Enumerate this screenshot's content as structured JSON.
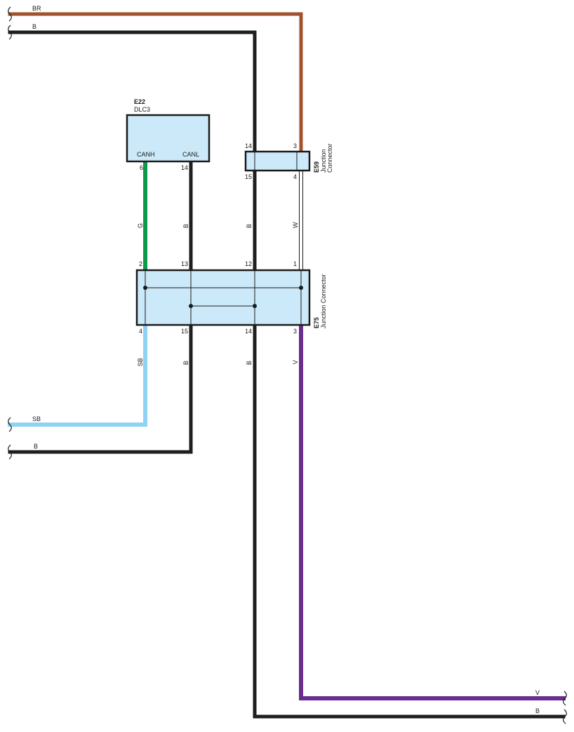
{
  "colors": {
    "BR": "#a0522d",
    "B": "#1e1e1e",
    "G": "#0a9a4a",
    "SB": "#8fd3f4",
    "W": "#ffffff",
    "V": "#6a2d8f",
    "connector_fill": "#cce9f9"
  },
  "wires_top": {
    "br": "BR",
    "b": "B"
  },
  "dlc3": {
    "code": "E22",
    "name": "DLC3",
    "canh": "CANH",
    "canl": "CANL",
    "pin_canh": "6",
    "pin_canl": "14"
  },
  "e59": {
    "code": "E59",
    "title_line1": "Junction",
    "title_line2": "Connector",
    "pin_tl": "14",
    "pin_tr": "3",
    "pin_bl": "15",
    "pin_br": "4"
  },
  "mid_wires": {
    "g": "G",
    "b1": "B",
    "b2": "B",
    "w": "W"
  },
  "e75": {
    "code": "E75",
    "title": "Junction Connector",
    "pin_t1": "2",
    "pin_t2": "13",
    "pin_t3": "12",
    "pin_t4": "1",
    "pin_b1": "4",
    "pin_b2": "15",
    "pin_b3": "14",
    "pin_b4": "3"
  },
  "low_wires": {
    "sb": "SB",
    "b1": "B",
    "b2": "B",
    "v": "V"
  },
  "wires_left_bottom": {
    "sb": "SB",
    "b": "B"
  },
  "wires_right_bottom": {
    "v": "V",
    "b": "B"
  }
}
